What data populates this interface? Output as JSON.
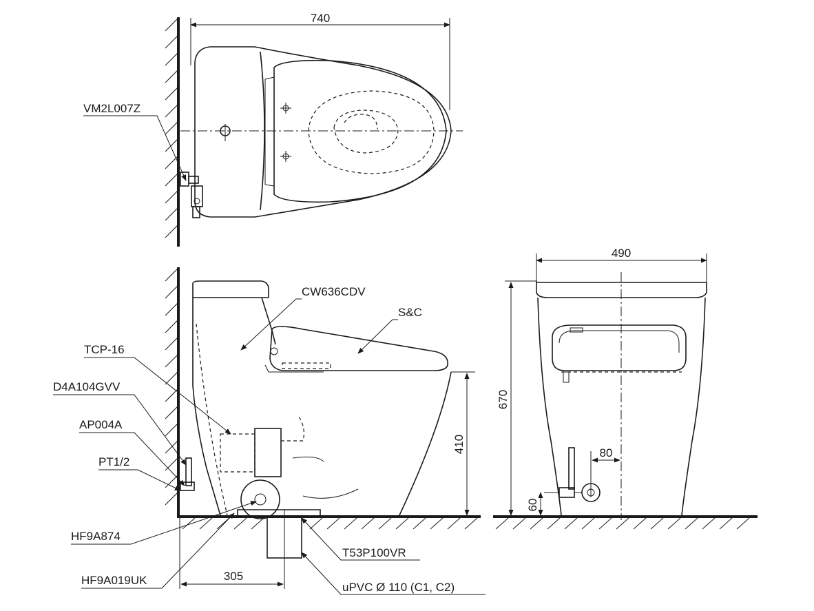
{
  "dimensions": {
    "top_width": "740",
    "front_width": "490",
    "height_total": "670",
    "seat_height": "410",
    "offset_80": "80",
    "offset_60": "60",
    "rough_in": "305"
  },
  "labels": {
    "valve": "VM2L007Z",
    "toilet": "CW636CDV",
    "seat": "S&C",
    "tcp": "TCP-16",
    "hose": "D4A104GVV",
    "adapter": "AP004A",
    "pt": "PT1/2",
    "hf874": "HF9A874",
    "hf019": "HF9A019UK",
    "flange": "T53P100VR",
    "pipe": "uPVC Ø 110 (C1, C2)"
  }
}
